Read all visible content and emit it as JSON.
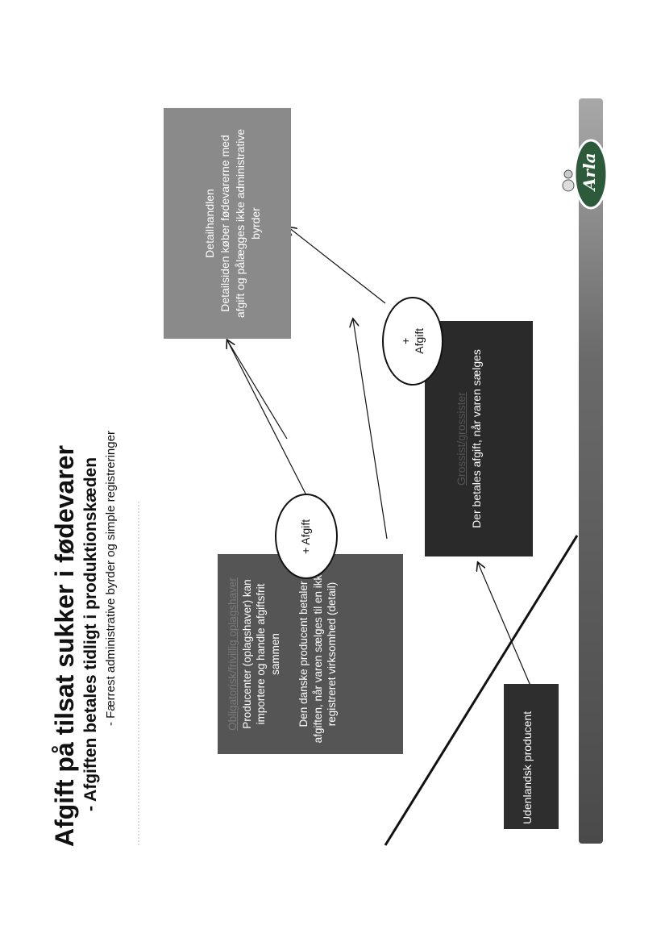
{
  "slide": {
    "title": "Afgift på tilsat sukker i fødevarer",
    "subtitle": "- Afgiften betales tidligt i produktionskæden",
    "subtitle2": "- Færrest administrative byrder og simple registreringer"
  },
  "boxes": {
    "detail": {
      "heading": "Detailhandlen",
      "body": "Detailsiden køber fødevarerne med afgift og pålægges ikke administrative byrder"
    },
    "grossist": {
      "heading": "Grossist/grossister",
      "body": "Der betales afgift, når varen sælges"
    },
    "oplag": {
      "heading": "Obligatorisk/frivillig oplagshaver",
      "body1": "Producenter (oplagshaver) kan importere og handle afgiftsfrit sammen",
      "body2": "Den danske producent betaler afgiften, når varen sælges til en ikke-registreret virksomhed (detail)"
    },
    "udenlandsk": {
      "label": "Udenlandsk producent"
    }
  },
  "circles": {
    "c1": "+ Afgift",
    "c2_plus": "+",
    "c2_label": "Afgift"
  },
  "logo": {
    "text": "Arla"
  },
  "colors": {
    "detail_box": "#8a8a8a",
    "grossist_box": "#2a2a2a",
    "oplag_box": "#555555",
    "udenlandsk_box": "#2e2e2e",
    "bar_dark": "#5a5a5a",
    "bar_light": "#9a9a9a",
    "logo_green": "#2d5a3a"
  }
}
